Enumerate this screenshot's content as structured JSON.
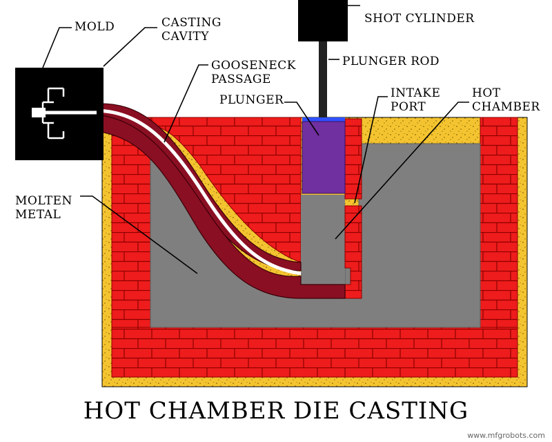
{
  "labels": {
    "mold": "MOLD",
    "casting_cavity_1": "CASTING",
    "casting_cavity_2": "CAVITY",
    "shot_cylinder": "SHOT CYLINDER",
    "plunger_rod": "PLUNGER ROD",
    "gooseneck_1": "GOOSENECK",
    "gooseneck_2": "PASSAGE",
    "plunger": "PLUNGER",
    "intake_1": "INTAKE",
    "intake_2": "PORT",
    "hot_chamber_1": "HOT",
    "hot_chamber_2": "CHAMBER",
    "molten_1": "MOLTEN",
    "molten_2": "METAL"
  },
  "title": "HOT CHAMBER DIE CASTING",
  "watermark": "www.mfgrobots.com",
  "colors": {
    "brick": "#ee1c1c",
    "mortar": "#8b0000",
    "insulation": "#f4c430",
    "molten_metal": "#7f7f7f",
    "gooseneck": "#8a0f22",
    "plunger": "#7030a0",
    "mold": "#000000"
  }
}
